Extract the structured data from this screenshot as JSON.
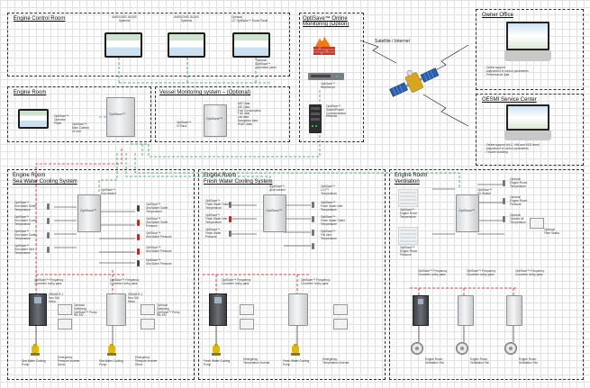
{
  "colors": {
    "ethernet": "#2e9a55",
    "power": "#c8262c",
    "signal": "#111111",
    "gridline": "#e2e2e2"
  },
  "engine_control_room": {
    "title": "Engine Control Room",
    "screens": [
      {
        "label": "AMS/ICMS/ IACMS\nSystems"
      },
      {
        "label": "AMS/ICMS/ IACMS\nSystems"
      },
      {
        "label": "Optional\n12\" OptiSave™ Touch Panel"
      }
    ],
    "cabinet_note": "Optional\nOptiSave™\nOperation panel"
  },
  "engine_room": {
    "title": "Engine Room",
    "panel_note": "OptiSave™\nOperator\nPanel",
    "cabinet_label": "OptiSave™",
    "cabinet_note": "OptiSave™\nMain Cabinet\n24 Volt"
  },
  "vessel_monitoring": {
    "title": "Vessel Monitoring system – (Optional)",
    "cabinet_label": "OptiSave™",
    "cabinet_note": "OptiSave™\nIO Rack",
    "items": [
      "- M/E Data",
      "- G/E Data",
      "- Fuel Consumption",
      "- Trim data",
      "- List data",
      "- Navigation data",
      "- HVAC data"
    ]
  },
  "online_monitoring": {
    "title": "OptiSave™ Online\nMonitoring (Option)",
    "router_note": "OptiSave™\nWebServer",
    "switch_note": "OptiSave™\nSwitch/Router\nCommunication\nEthernet"
  },
  "satellite": {
    "label": "Satellite / Internet",
    "icon": "satellite-icon"
  },
  "owner_office": {
    "title": "Owner Office",
    "bullets": [
      "- Online support",
      "- Adjustment of control parameters",
      "- Performance data"
    ]
  },
  "oem_service": {
    "title": "OESMI Service Center",
    "bullets": [
      "- Online support (HLC, VMI and VEO level)",
      "- Adjustment of control parameters",
      "- Trouble shooting"
    ]
  },
  "sea_water": {
    "title_1": "Engine Room",
    "title_2": "Sea Water Cooling System",
    "cabinet_label": "OptiSave™",
    "cabinet_note": "OptiSave™\nSub cabinet",
    "left_notes": [
      "OptiSave™\nSea Water Outlet\nTemperature",
      "OptiSave™\nSea Water Cooler\nTemperature",
      "OptiSave™\nSea Water Outlet\nTemperature",
      "OptiSave™\nSea Water Inlet\nTemperature"
    ],
    "right_notes": [
      "OptiSave™\nSea Water Outlet\nTemperature",
      "OptiSave™\nSea Water Outlet\nPressure",
      "OptiSave™\nSea Water Pressure",
      "OptiSave™\nSea Water Pressure",
      "OptiSave™\nSea Water Pressure"
    ],
    "vfd_1": "OptiSave™ Frequency\nConverter on/by-pass",
    "vfd_2": "OptiSave™ Frequency\nConverter on/by-pass",
    "box_notes": [
      "SW/AB R-1\nNon-Std\nMotor",
      "Optional\nSwitching\nOptiSave™ Pump\nRtn MV",
      "SW/AB R-1\nNon-Std\nMotor",
      "Optional\nSwitching\nOptiSave™ Pump\nRtn MV"
    ],
    "pump_notes": [
      "Sea Water Cooling\nPump",
      "Sea Water Cooling\nPump"
    ],
    "temp_notes": [
      "Emergency\nPressure Inverter\nDirect",
      "Emergency\nPressure Inverter\nDirect"
    ]
  },
  "fresh_water": {
    "title_1": "Engine Room",
    "title_2": "Fresh Water Cooling System",
    "cabinet_label": "OptiSave™",
    "cabinet_note": "OptiSave™\nSub cabinet",
    "left_notes": [
      "OptiSave™\nFresh Water Outlet\nTemperature",
      "OptiSave™\nFresh Water Inlet\nTemperature",
      "OptiSave™\nFresh Water\nPressure"
    ],
    "right_notes": [
      "OptiSave™\nL/L FT\nTemperature",
      "OptiSave™\nFresh Water Inlet\nTemperature",
      "OptiSave™\nFresh Water Outlet\nTemperature",
      "OptiSave™\nFW Inlet\nTemperature"
    ],
    "vfd_1": "OptiSave™ Frequency\nConverter on/by-pass",
    "vfd_2": "OptiSave™ Frequency\nConverter on/by-pass",
    "pump_notes": [
      "Fresh Water Cooling\nPump",
      "Fresh Water Cooling\nPump"
    ],
    "temp_notes": [
      "Emergency\nTemperature Inverter",
      "Emergency\nTemperature Inverter"
    ]
  },
  "ventilation": {
    "title_1": "Engine Room",
    "title_2": "Ventilation",
    "cabinet_label": "OptiSave™",
    "cabinet_note": "OptiSave™\nI/O Station",
    "left_notes": [
      "OptiSave™\nEngine Room\nTemperature",
      "OptiSave™\nEngine Room\nPressure"
    ],
    "right_notes": [
      "Optional\nEngine Room\nTemperature",
      "Optional\nEngine Room\nPressure",
      "Optional\nOutside Air\nTemperature",
      "Optional\nFilter Status"
    ],
    "vfd_1": "OptiSave™ Frequency\nConverter on/by-pass",
    "vfd_2": "OptiSave™ Frequency\nConverter on/by-pass",
    "vfd_3": "OptiSave™ Frequency\nConverter on/by-pass",
    "fan_notes": [
      "Engine Room\nVentilation Fan",
      "Engine Room\nVentilation Fan",
      "Engine Room\nVentilation Fan"
    ]
  }
}
